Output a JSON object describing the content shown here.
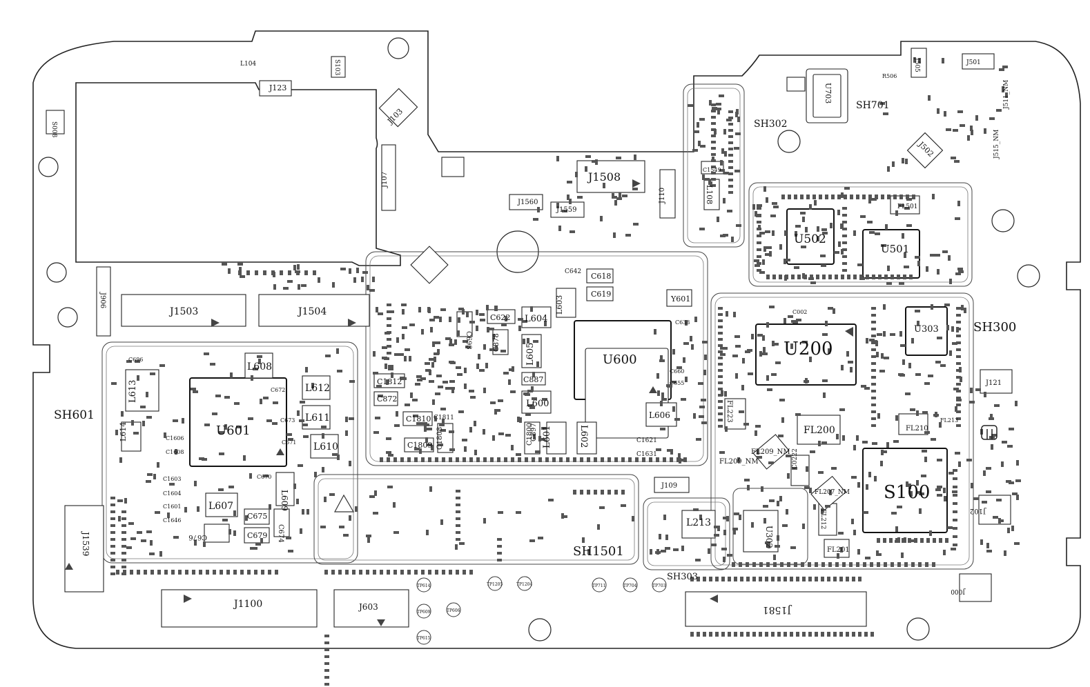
{
  "shields": [
    {
      "id": "sh601",
      "label": "SH601"
    },
    {
      "id": "sh302",
      "label": "SH302"
    },
    {
      "id": "sh300",
      "label": "SH300"
    },
    {
      "id": "sh701",
      "label": "SH701"
    },
    {
      "id": "sh1501",
      "label": "SH1501"
    },
    {
      "id": "sh303",
      "label": "SH303"
    }
  ],
  "big_components": [
    {
      "id": "u601",
      "label": "U601"
    },
    {
      "id": "u600",
      "label": "U600"
    },
    {
      "id": "u200",
      "label": "U200"
    },
    {
      "id": "s100",
      "label": "S100"
    },
    {
      "id": "u502",
      "label": "U502"
    },
    {
      "id": "u501",
      "label": "U501"
    },
    {
      "id": "u303",
      "label": "U303"
    },
    {
      "id": "j1503",
      "label": "J1503"
    },
    {
      "id": "j1504",
      "label": "J1504"
    },
    {
      "id": "j1508",
      "label": "J1508"
    },
    {
      "id": "j1100",
      "label": "J1100"
    },
    {
      "id": "j1581",
      "label": "J1581"
    },
    {
      "id": "j603",
      "label": "J603"
    },
    {
      "id": "j1539",
      "label": "J1539"
    },
    {
      "id": "fl200",
      "label": "FL200"
    },
    {
      "id": "l213",
      "label": "L213"
    },
    {
      "id": "u302",
      "label": "U302"
    }
  ],
  "components": [
    {
      "id": "l613",
      "label": "L613"
    },
    {
      "id": "l608",
      "label": "L608"
    },
    {
      "id": "l612",
      "label": "L612"
    },
    {
      "id": "l611",
      "label": "L611"
    },
    {
      "id": "l610",
      "label": "L610"
    },
    {
      "id": "l614",
      "label": "L614"
    },
    {
      "id": "l607",
      "label": "L607"
    },
    {
      "id": "l609",
      "label": "L609"
    },
    {
      "id": "c675",
      "label": "C675"
    },
    {
      "id": "c679",
      "label": "C679"
    },
    {
      "id": "c676",
      "label": "C676"
    },
    {
      "id": "c674",
      "label": "C674"
    },
    {
      "id": "l604",
      "label": "L604"
    },
    {
      "id": "l603",
      "label": "L603"
    },
    {
      "id": "l605",
      "label": "L605"
    },
    {
      "id": "l600",
      "label": "L600"
    },
    {
      "id": "l601",
      "label": "L601"
    },
    {
      "id": "l602",
      "label": "L602"
    },
    {
      "id": "l606",
      "label": "L606"
    },
    {
      "id": "c622",
      "label": "C622"
    },
    {
      "id": "c887",
      "label": "C887"
    },
    {
      "id": "c618",
      "label": "C618"
    },
    {
      "id": "c619",
      "label": "C619"
    },
    {
      "id": "y601",
      "label": "Y601"
    },
    {
      "id": "c1812",
      "label": "C1812"
    },
    {
      "id": "c872",
      "label": "C872"
    },
    {
      "id": "c1810",
      "label": "C1810"
    },
    {
      "id": "c1809",
      "label": "C1809"
    },
    {
      "id": "c1811",
      "label": "C1811"
    },
    {
      "id": "c1808",
      "label": "C1808"
    },
    {
      "id": "c1800",
      "label": "C1800"
    },
    {
      "id": "c897",
      "label": "C897"
    },
    {
      "id": "c878",
      "label": "C878"
    },
    {
      "id": "c693",
      "label": "C693"
    },
    {
      "id": "c642",
      "label": "C642"
    },
    {
      "id": "c1621",
      "label": "C1621"
    },
    {
      "id": "c1631",
      "label": "C1631"
    },
    {
      "id": "c660",
      "label": "C660"
    },
    {
      "id": "c655",
      "label": "C655"
    },
    {
      "id": "c638",
      "label": "C638"
    },
    {
      "id": "c696",
      "label": "C696"
    },
    {
      "id": "c672",
      "label": "C672"
    },
    {
      "id": "c673",
      "label": "C673"
    },
    {
      "id": "c671",
      "label": "C671"
    },
    {
      "id": "c670",
      "label": "C670"
    },
    {
      "id": "c1603",
      "label": "C1603"
    },
    {
      "id": "c1604",
      "label": "C1604"
    },
    {
      "id": "c1601",
      "label": "C1601"
    },
    {
      "id": "c1646",
      "label": "C1646"
    },
    {
      "id": "c1606",
      "label": "C1606"
    },
    {
      "id": "c1608",
      "label": "C1608"
    },
    {
      "id": "j123",
      "label": "J123"
    },
    {
      "id": "l104",
      "label": "L104"
    },
    {
      "id": "s103",
      "label": "S103"
    },
    {
      "id": "j103",
      "label": "J103"
    },
    {
      "id": "j107",
      "label": "J107"
    },
    {
      "id": "s008",
      "label": "S008"
    },
    {
      "id": "j906",
      "label": "J906"
    },
    {
      "id": "j1560",
      "label": "J1560"
    },
    {
      "id": "j1559",
      "label": "J1559"
    },
    {
      "id": "j110",
      "label": "J110"
    },
    {
      "id": "j109",
      "label": "J109"
    },
    {
      "id": "l108",
      "label": "L108"
    },
    {
      "id": "c1549",
      "label": "C1549"
    },
    {
      "id": "u703",
      "label": "U703"
    },
    {
      "id": "j505",
      "label": "J505"
    },
    {
      "id": "j501",
      "label": "J501"
    },
    {
      "id": "j502",
      "label": "J502"
    },
    {
      "id": "r506",
      "label": "R506"
    },
    {
      "id": "fl501",
      "label": "FL501"
    },
    {
      "id": "j121",
      "label": "J121"
    },
    {
      "id": "j102",
      "label": "J102"
    },
    {
      "id": "j000",
      "label": "J000"
    },
    {
      "id": "fl223",
      "label": "FL223"
    },
    {
      "id": "fl209",
      "label": "FL209_NM"
    },
    {
      "id": "fl209b",
      "label": "FL209_NM"
    },
    {
      "id": "fl210",
      "label": "FL210"
    },
    {
      "id": "fl213",
      "label": "FL213"
    },
    {
      "id": "fl207",
      "label": "FL207_NM"
    },
    {
      "id": "fl212",
      "label": "FL212"
    },
    {
      "id": "fl201",
      "label": "FL201"
    },
    {
      "id": "c222",
      "label": "C0222"
    },
    {
      "id": "c002",
      "label": "C002"
    },
    {
      "id": "j511",
      "label": "J511_NM"
    },
    {
      "id": "j515",
      "label": "J515_NM"
    }
  ],
  "test_points": [
    {
      "id": "tp614",
      "label": "TP614"
    },
    {
      "id": "tp609",
      "label": "TP609"
    },
    {
      "id": "tp606",
      "label": "TP606"
    },
    {
      "id": "tp615",
      "label": "TP615"
    },
    {
      "id": "tp1205",
      "label": "TP1205"
    },
    {
      "id": "tp1204",
      "label": "TP1204"
    },
    {
      "id": "tp711",
      "label": "TP711"
    },
    {
      "id": "tp704",
      "label": "TP704"
    },
    {
      "id": "tp703",
      "label": "TP703"
    }
  ]
}
